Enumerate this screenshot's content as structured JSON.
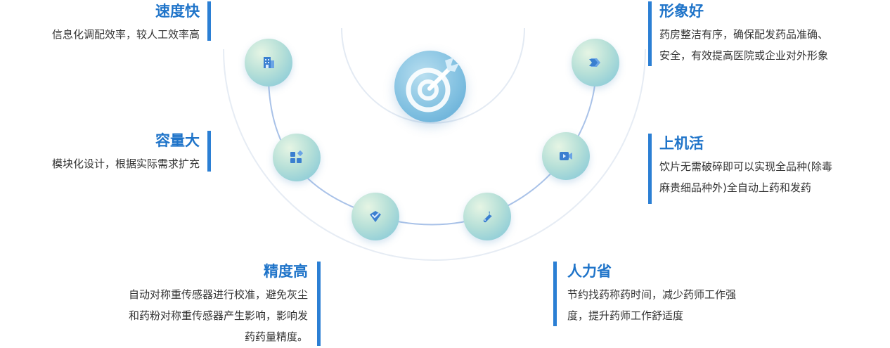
{
  "features": {
    "speed": {
      "title": "速度快",
      "desc": "信息化调配效率，较人工效率高"
    },
    "capacity": {
      "title": "容量大",
      "desc": "模块化设计，根据实际需求扩充"
    },
    "precision": {
      "title": "精度高",
      "desc_lines": [
        "自动对称重传感器进行校准，避免灰尘",
        "和药粉对称重传感器产生影响，影响发",
        "药药量精度。"
      ]
    },
    "image": {
      "title": "形象好",
      "desc_lines": [
        "药房整洁有序，确保配发药品准确、",
        "安全，有效提高医院或企业对外形象"
      ]
    },
    "flex": {
      "title": "上机活",
      "desc_lines": [
        "饮片无需破碎即可以实现全品种(除毒",
        "麻贵细品种外)全自动上药和发药"
      ]
    },
    "labor": {
      "title": "人力省",
      "desc_lines": [
        "节约找药称药时间，减少药师工作强",
        "度，提升药师工作舒适度"
      ]
    }
  },
  "icons": {
    "center": "target-arrow-icon",
    "speed": "building-icon",
    "capacity": "modules-icon",
    "precision": "shield-check-icon",
    "labor": "wrench-icon",
    "flex": "video-icon",
    "image": "layers-icon"
  },
  "colors": {
    "accent": "#1f74c9",
    "bar": "#2b7fd4",
    "text": "#333333",
    "icon": "#3a7fd0",
    "arc": "#8fb3e3"
  }
}
